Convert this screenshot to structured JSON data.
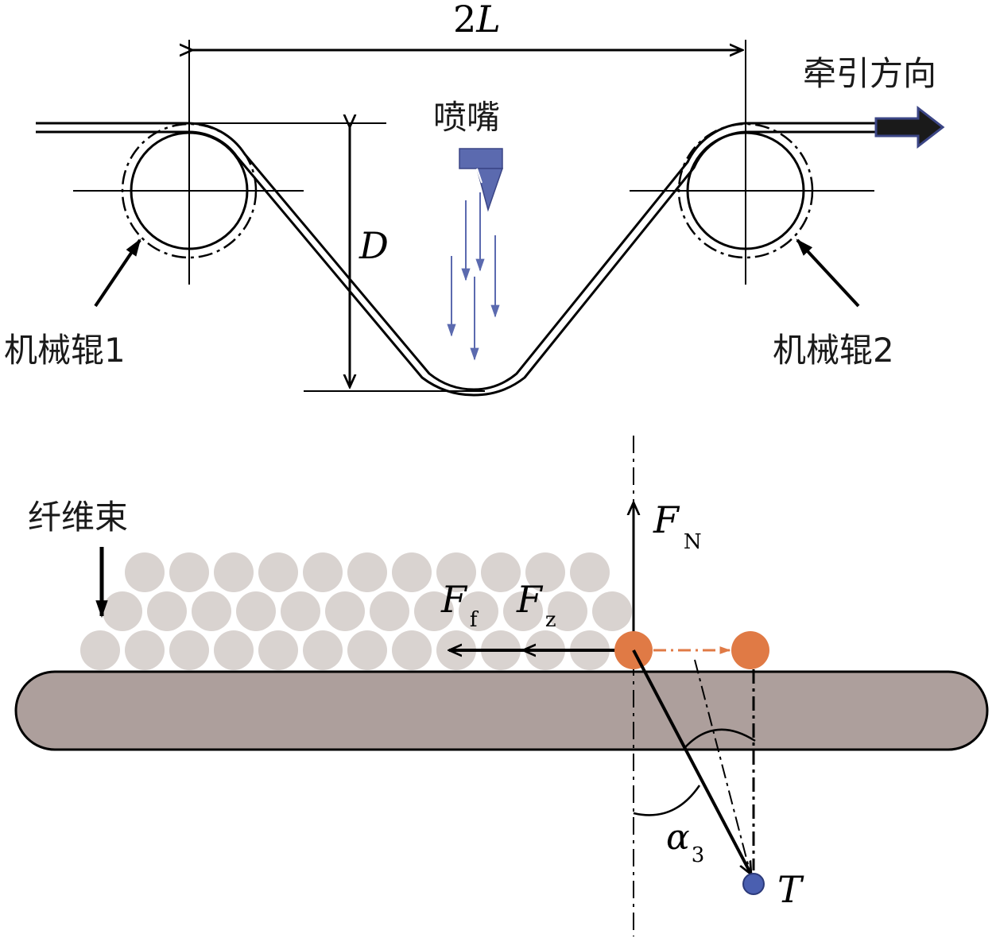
{
  "top": {
    "span_label_num": "2",
    "span_label_var": "L",
    "depth_label": "D",
    "nozzle_label": "喷嘴",
    "traction_label": "牵引方向",
    "roller1_label": "机械辊1",
    "roller2_label": "机械辊2"
  },
  "bottom": {
    "bundle_label": "纤维束",
    "normal_force": {
      "main": "F",
      "sub": "N"
    },
    "friction_force": {
      "main": "F",
      "sub": "f"
    },
    "z_force": {
      "main": "F",
      "sub": "z"
    },
    "angle": {
      "main": "α",
      "sub": "3"
    },
    "tension": "T"
  },
  "colors": {
    "nozzle": "#5b6aaf",
    "spray_arrows": "#5b6aaf",
    "fiber_circle": "#d9d3d0",
    "fiber_moving": "#e07a45",
    "tension_point": "#4a5fb0",
    "roller_body": "#ad9f9c",
    "traction_arrow": "#1a1a1a"
  }
}
